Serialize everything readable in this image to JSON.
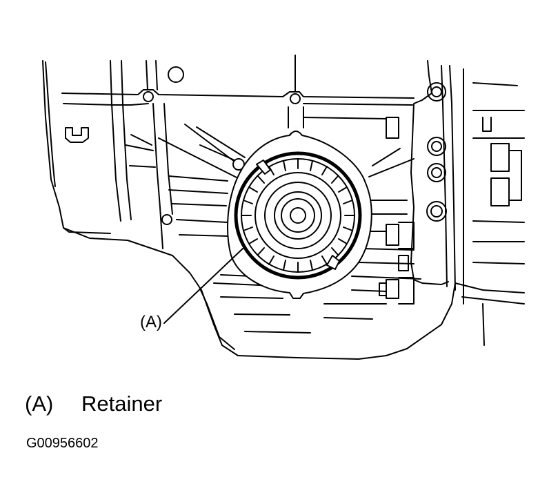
{
  "figure": {
    "callout_label": "(A)",
    "legend": [
      {
        "key": "(A)",
        "label": "Retainer"
      }
    ],
    "figure_code": "G00956602"
  }
}
